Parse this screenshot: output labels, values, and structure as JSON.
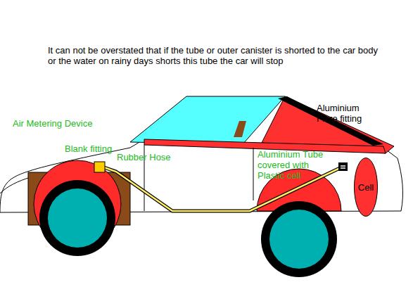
{
  "diagram": {
    "nodes": [
      {
        "text": [
          "Cell"
        ]
      }
    ],
    "labels": [
      "It can not be overstated that if the tube or outer canister is shorted to the car body or the water on rainy days shorts this tube the car will stop",
      "Air Metering Device",
      "Blank fitting",
      "Rubber Hose",
      "Aluminium Tube covered with Plastic cell",
      "Aluminium Flare fitting"
    ]
  }
}
